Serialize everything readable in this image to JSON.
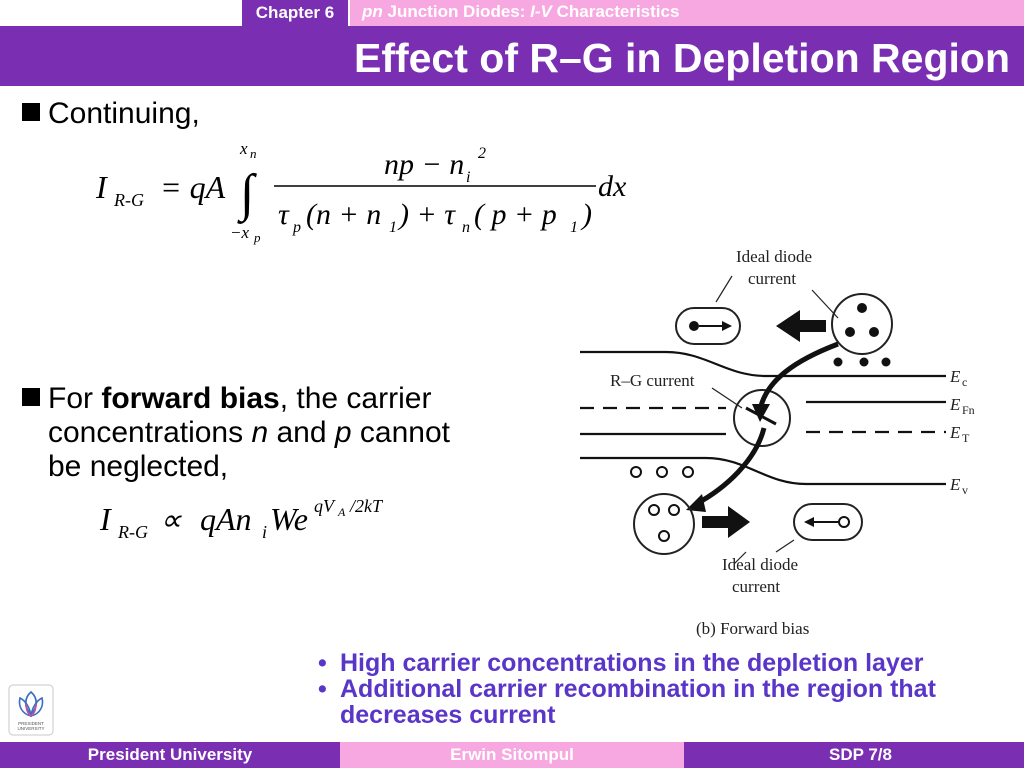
{
  "header": {
    "chapter": "Chapter 6",
    "chapter_title_italic_1": "pn",
    "chapter_title_mid": " Junction Diodes: ",
    "chapter_title_italic_2": "I-V",
    "chapter_title_end": " Characteristics"
  },
  "slide": {
    "title": "Effect of R–G in Depletion Region"
  },
  "bullets": {
    "first": "Continuing,",
    "second_pre": "For ",
    "second_bold": "forward bias",
    "second_post": ", the carrier",
    "second_line2_pre": "concentrations ",
    "second_n": "n",
    "second_and": " and ",
    "second_p": "p",
    "second_line2_post": " cannot",
    "second_line3": "be neglected,"
  },
  "equation1": {
    "lhs_I": "I",
    "lhs_sub": "R-G",
    "equals_qA": "= qA",
    "upper_limit": "x",
    "upper_sub": "n",
    "lower_limit": "−x",
    "lower_sub": "p",
    "numerator": "np − n",
    "numerator_sub": "i",
    "numerator_sup": "2",
    "den_tau1": "τ",
    "den_tau1_sub": "p",
    "den_paren1": "(n + n",
    "den_n1_sub": "1",
    "den_plus": ") + τ",
    "den_tau2_sub": "n",
    "den_paren2": "( p + p",
    "den_p1_sub": "1",
    "den_close": ")",
    "dx": "dx"
  },
  "equation2": {
    "lhs_I": "I",
    "lhs_sub": "R-G",
    "prop": "∝",
    "rhs": "qAn",
    "rhs_sub": "i",
    "rhs_We": "We",
    "exp": "qV",
    "exp_sub": "A",
    "exp_rest": "/2kT"
  },
  "diagram": {
    "label_ideal_top_1": "Ideal diode",
    "label_ideal_top_2": "current",
    "label_rg": "R–G current",
    "label_ec": "E",
    "label_ec_sub": "c",
    "label_efn": "E",
    "label_efn_sub": "Fn",
    "label_et": "E",
    "label_et_sub": "T",
    "label_ev": "E",
    "label_ev_sub": "v",
    "label_ideal_bot_1": "Ideal diode",
    "label_ideal_bot_2": "current",
    "caption": "(b) Forward bias"
  },
  "notes": {
    "item1": "High carrier concentrations in the depletion layer",
    "item2": "Additional carrier recombination in the region that decreases current",
    "bullet_char": "•"
  },
  "footer": {
    "left": "President University",
    "center": "Erwin Sitompul",
    "right": "SDP 7/8"
  },
  "logo": {
    "text_line1": "PRESIDENT",
    "text_line2": "UNIVERSITY"
  },
  "colors": {
    "purple": "#7a2fb3",
    "pink": "#f7a8e0",
    "blue_text": "#5a36c8"
  }
}
